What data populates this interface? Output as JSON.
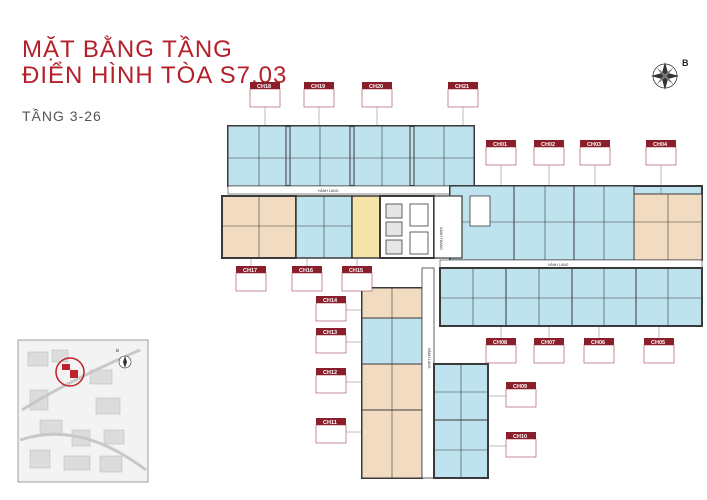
{
  "header": {
    "title_line1": "MẶT BẰNG TẦNG",
    "title_line2": "ĐIỂN HÌNH TÒA S7.03",
    "floors": "TẦNG 3-26"
  },
  "compass": {
    "label": "B"
  },
  "minimap": {
    "north_label": "B"
  },
  "colors": {
    "accent": "#b3202a",
    "room_blue": "#bfe3ee",
    "room_beige": "#f1dcc2",
    "wall": "#3a3a3a",
    "tag": "#8b1e2b"
  },
  "corridor_labels": {
    "north": "HÀNH LANG",
    "east": "HÀNH LANG",
    "lower": "HÀNH LANG",
    "garden": "SẢNH THANG"
  },
  "units": {
    "ch18": "CH18",
    "ch19": "CH19",
    "ch20": "CH20",
    "ch21": "CH21",
    "ch01": "CH01",
    "ch02": "CH02",
    "ch03": "CH03",
    "ch04": "CH04",
    "ch17": "CH17",
    "ch16": "CH16",
    "ch15": "CH15",
    "ch14": "CH14",
    "ch13": "CH13",
    "ch12": "CH12",
    "ch11": "CH11",
    "ch08": "CH08",
    "ch07": "CH07",
    "ch06": "CH06",
    "ch05": "CH05",
    "ch09": "CH09",
    "ch10": "CH10"
  }
}
